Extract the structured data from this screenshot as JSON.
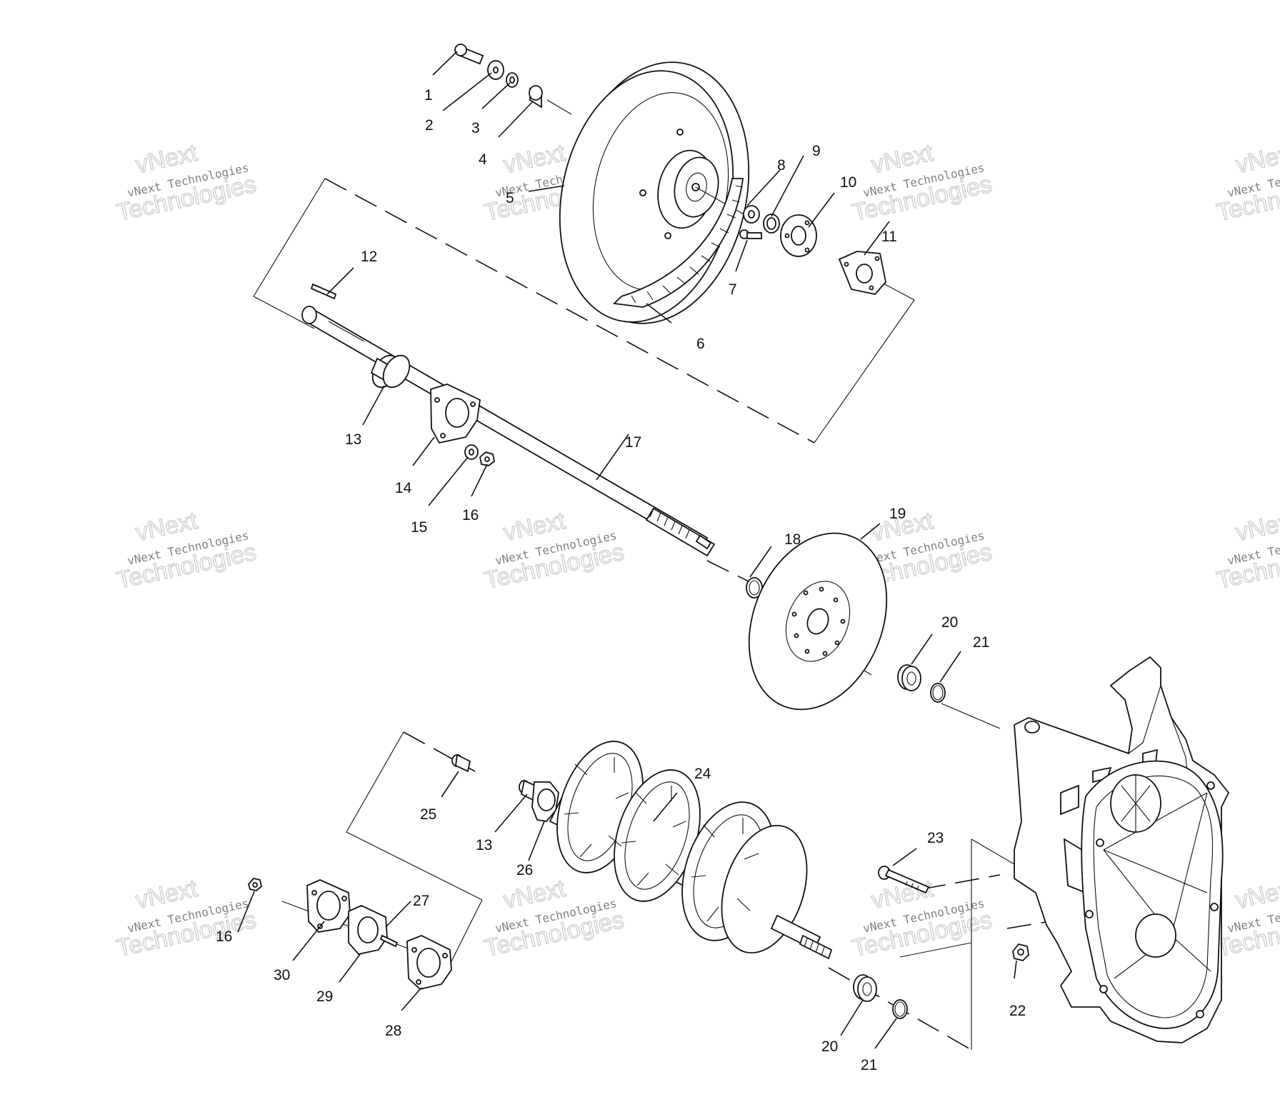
{
  "watermark": {
    "line1": "vNext",
    "line2": "vNext Technologies",
    "line3": "Technologies"
  },
  "callouts": [
    {
      "id": "c1",
      "text": "1"
    },
    {
      "id": "c2",
      "text": "2"
    },
    {
      "id": "c3",
      "text": "3"
    },
    {
      "id": "c4",
      "text": "4"
    },
    {
      "id": "c5",
      "text": "5"
    },
    {
      "id": "c6",
      "text": "6"
    },
    {
      "id": "c7",
      "text": "7"
    },
    {
      "id": "c8",
      "text": "8"
    },
    {
      "id": "c9",
      "text": "9"
    },
    {
      "id": "c10",
      "text": "10"
    },
    {
      "id": "c11",
      "text": "11"
    },
    {
      "id": "c12",
      "text": "12"
    },
    {
      "id": "c13a",
      "text": "13"
    },
    {
      "id": "c14",
      "text": "14"
    },
    {
      "id": "c15",
      "text": "15"
    },
    {
      "id": "c16a",
      "text": "16"
    },
    {
      "id": "c17",
      "text": "17"
    },
    {
      "id": "c18",
      "text": "18"
    },
    {
      "id": "c19",
      "text": "19"
    },
    {
      "id": "c20a",
      "text": "20"
    },
    {
      "id": "c21a",
      "text": "21"
    },
    {
      "id": "c22",
      "text": "22"
    },
    {
      "id": "c23",
      "text": "23"
    },
    {
      "id": "c24",
      "text": "24"
    },
    {
      "id": "c25",
      "text": "25"
    },
    {
      "id": "c13b",
      "text": "13"
    },
    {
      "id": "c26",
      "text": "26"
    },
    {
      "id": "c27",
      "text": "27"
    },
    {
      "id": "c16b",
      "text": "16"
    },
    {
      "id": "c30",
      "text": "30"
    },
    {
      "id": "c29",
      "text": "29"
    },
    {
      "id": "c28",
      "text": "28"
    },
    {
      "id": "c20b",
      "text": "20"
    },
    {
      "id": "c21b",
      "text": "21"
    }
  ]
}
